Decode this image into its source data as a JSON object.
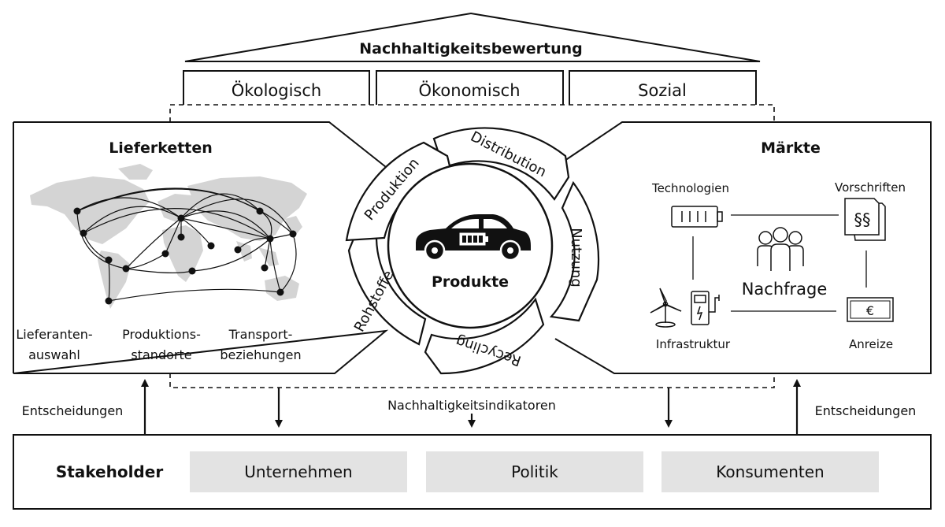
{
  "roof": {
    "title": "Nachhaltigkeitsbewertung"
  },
  "pillars": [
    "Ökologisch",
    "Ökonomisch",
    "Sozial"
  ],
  "supply_chain": {
    "title": "Lieferketten",
    "labels": [
      [
        "Lieferanten-",
        "auswahl"
      ],
      [
        "Produktions-",
        "standorte"
      ],
      [
        "Transport-",
        "beziehungen"
      ]
    ]
  },
  "cycle": {
    "center": "Produkte",
    "segments": [
      "Distribution",
      "Nutzung",
      "Recycling",
      "Rohstoffe",
      "Produktion"
    ]
  },
  "markets": {
    "title": "Märkte",
    "technologies": "Technologien",
    "regulations": "Vorschriften",
    "demand": "Nachfrage",
    "infrastructure": "Infrastruktur",
    "incentives": "Anreize",
    "paragraph_symbol": "§§",
    "euro_symbol": "€"
  },
  "flow": {
    "indicators": "Nachhaltigkeitsindikatoren",
    "decisions_left": "Entscheidungen",
    "decisions_right": "Entscheidungen"
  },
  "stakeholder": {
    "title": "Stakeholder",
    "groups": [
      "Unternehmen",
      "Politik",
      "Konsumenten"
    ]
  },
  "colors": {
    "line": "#111111",
    "box_fill": "#e3e3e3",
    "map_fill": "#d4d4d4"
  }
}
